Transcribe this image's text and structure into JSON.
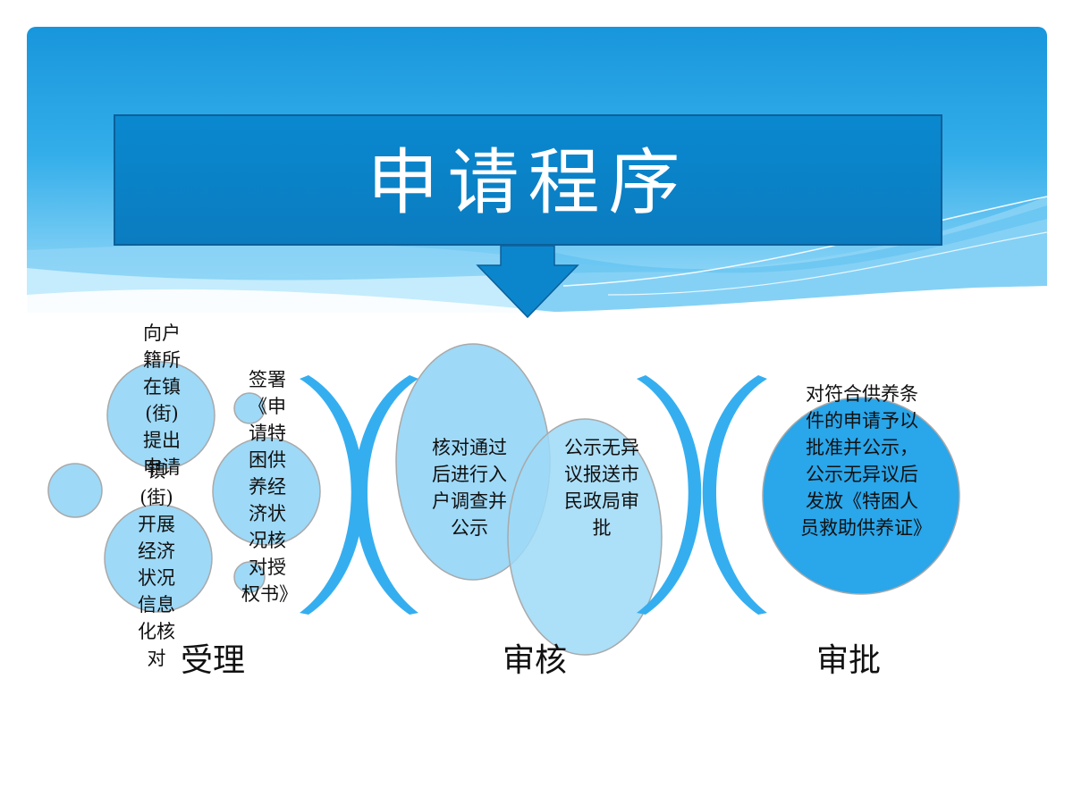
{
  "title": "申请程序",
  "stages": {
    "accept": {
      "label": "受理",
      "step1": "向户籍所在镇(街)提出申请",
      "step2": "镇(街)开展经济状况信息化核对",
      "step3": "签署《申请特困供养经济状况核对授权书》"
    },
    "review": {
      "label": "审核",
      "step1": "核对通过后进行入户调查并公示",
      "step2": "公示无异议报送市民政局审批"
    },
    "approve": {
      "label": "审批",
      "step1": "对符合供养条件的申请予以批准并公示，公示无异议后发放《特困人员救助供养证》"
    }
  },
  "colors": {
    "banner_light": "#7fd3f7",
    "banner_dark": "#1a9de3",
    "title_box": "#0b85ca",
    "circle_fill": "#9ed9f7",
    "circle_dark": "#2aa6ea",
    "bracket": "#35aef0"
  }
}
